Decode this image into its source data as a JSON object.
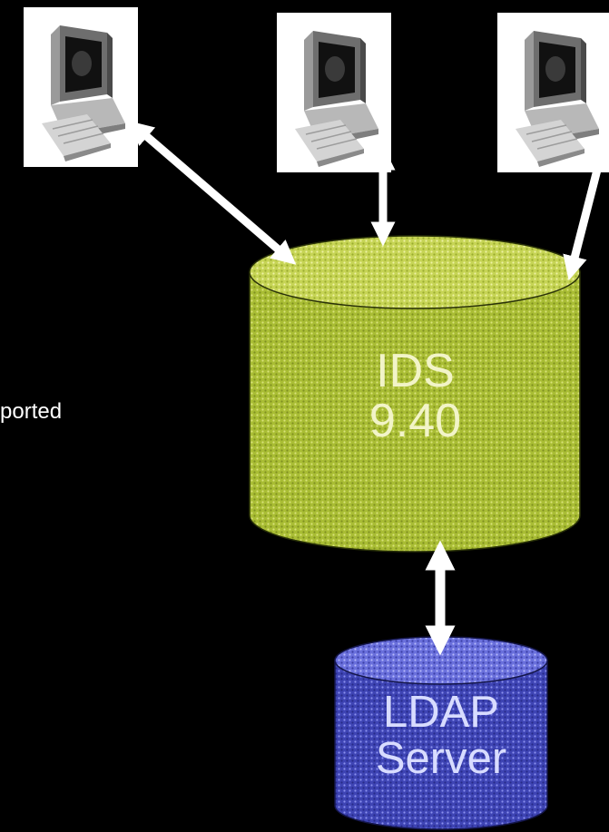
{
  "side_text": "ported",
  "database": {
    "line1": "IDS",
    "line2": "9.40"
  },
  "ldap": {
    "line1": "LDAP",
    "line2": "Server"
  },
  "colors": {
    "background": "#000000",
    "ids_fill": "#b4c83c",
    "ids_top": "#d2dc64",
    "ldap_fill": "#4a4fc0",
    "ldap_top": "#7a7fe0",
    "arrow": "#ffffff"
  },
  "icons": [
    "client-computer-icon",
    "client-computer-icon",
    "client-computer-icon"
  ]
}
